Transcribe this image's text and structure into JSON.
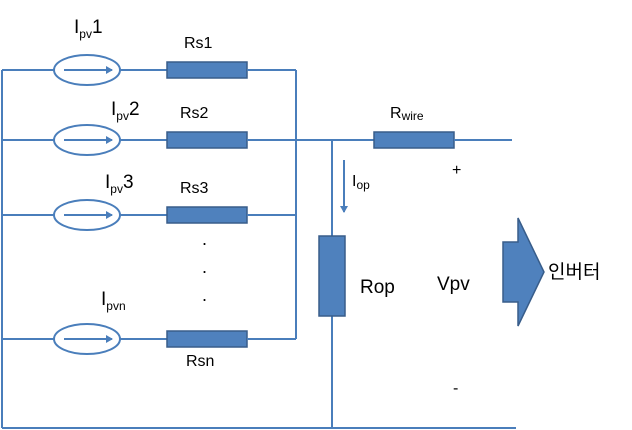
{
  "diagram": {
    "sources": [
      {
        "main": "I",
        "sub": "pv",
        "suffix": "1"
      },
      {
        "main": "I",
        "sub": "pv",
        "suffix": "2"
      },
      {
        "main": "I",
        "sub": "pv",
        "suffix": "3"
      },
      {
        "main": "I",
        "sub": "pvn",
        "suffix": ""
      }
    ],
    "series_resistors": [
      "Rs1",
      "Rs2",
      "Rs3",
      "Rsn"
    ],
    "ellipsis": ".",
    "wire_resistor": {
      "main": "R",
      "sub": "wire"
    },
    "op_current": {
      "main": "I",
      "sub": "op"
    },
    "op_resistor": "Rop",
    "voltage": "Vpv",
    "plus": "+",
    "minus": "-",
    "inverter": "인버터",
    "colors": {
      "wire": "#4a7ebb",
      "resistor_fill": "#4f81bd",
      "resistor_stroke": "#385d8a"
    }
  }
}
